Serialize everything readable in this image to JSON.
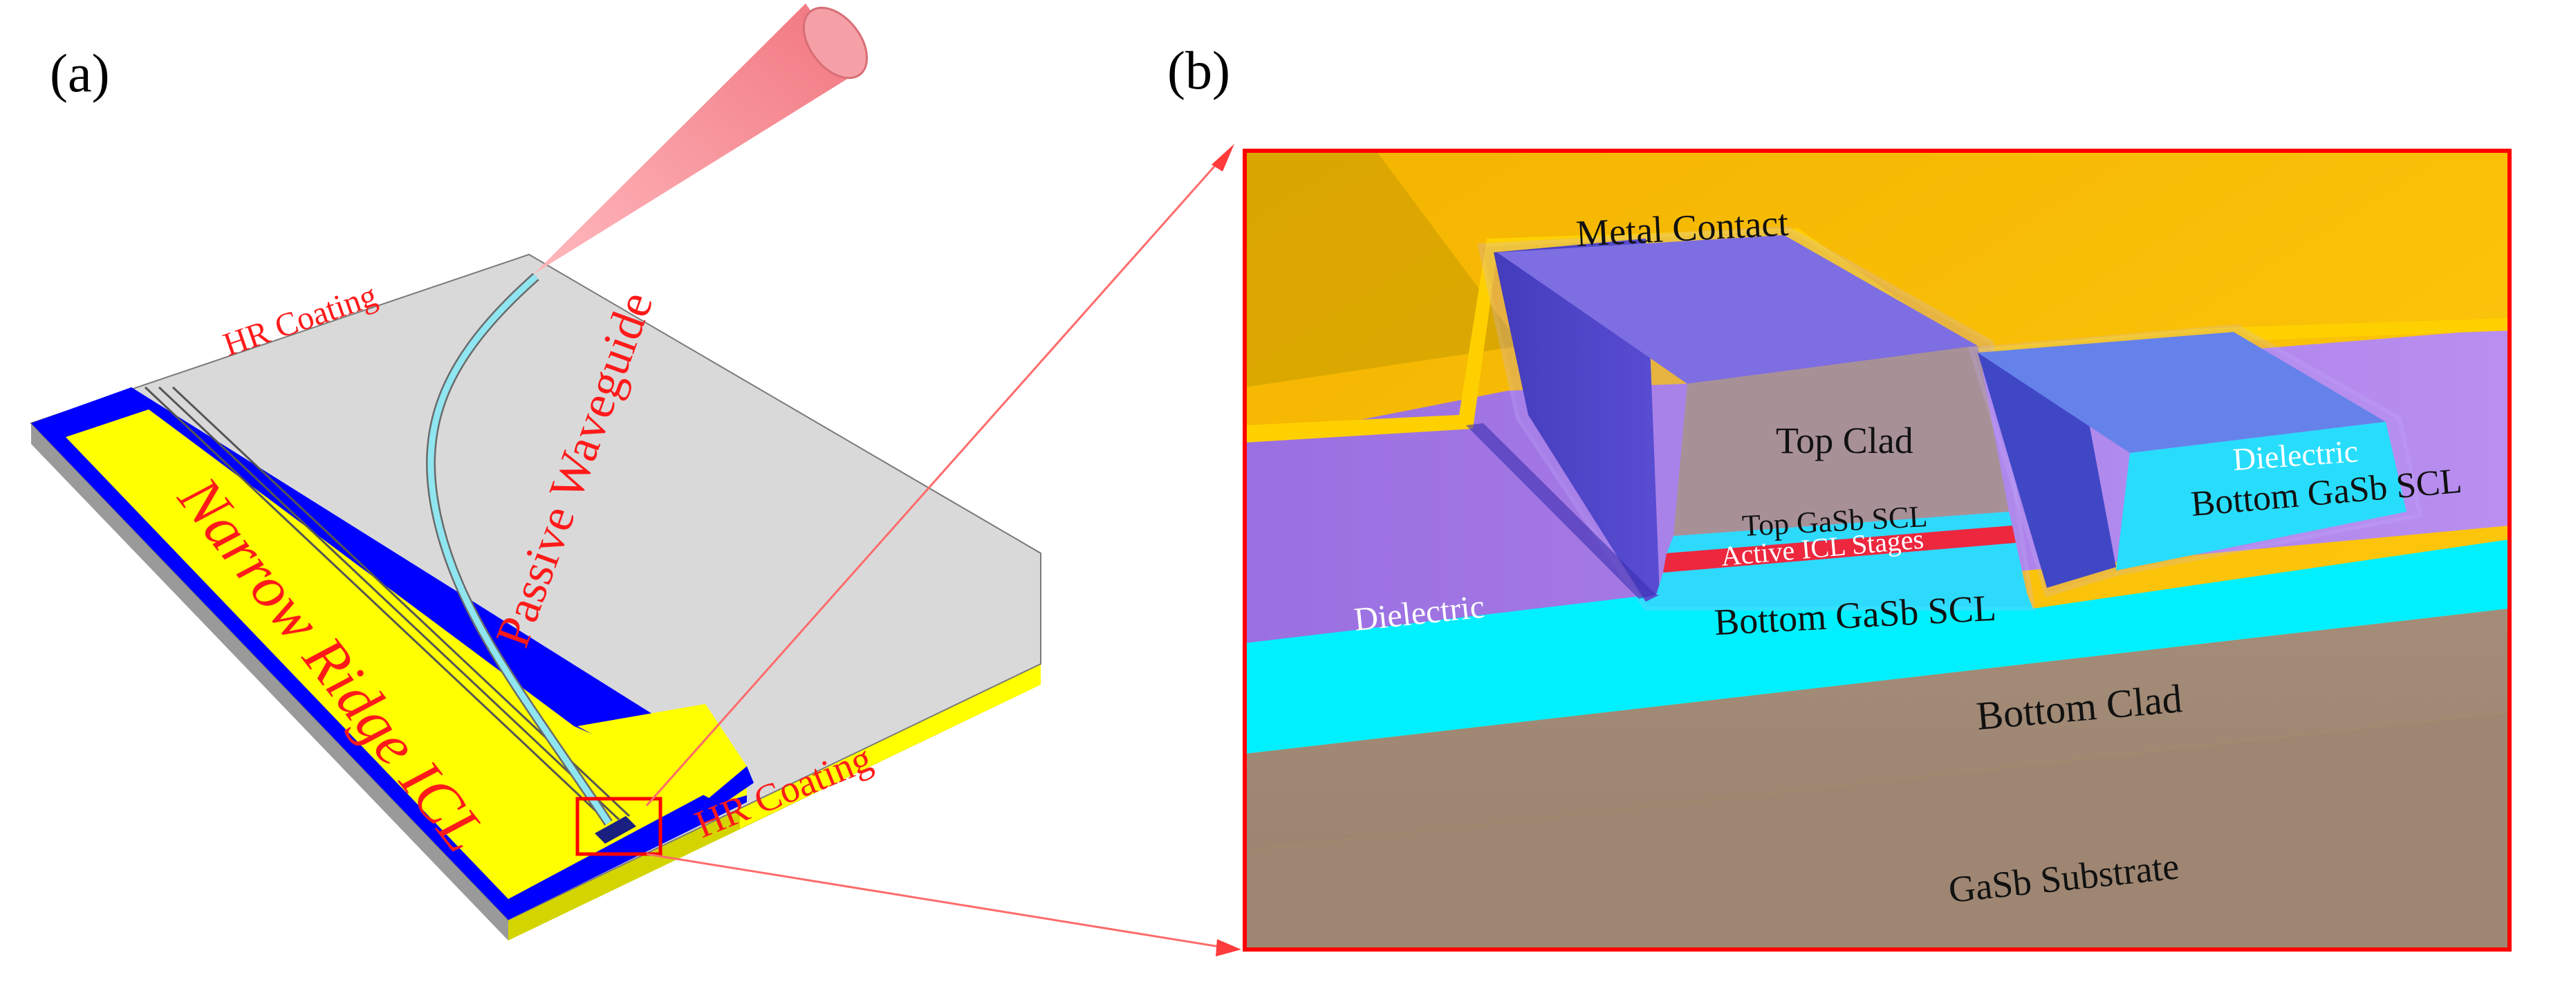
{
  "panel_a": {
    "label": "(a)",
    "texts": {
      "hr_coating_top": "HR Coating",
      "passive_waveguide": "Passive Waveguide",
      "narrow_ridge": "Narrow Ridge ICL",
      "hr_coating_right": "HR Coating"
    }
  },
  "panel_b": {
    "label": "(b)",
    "texts": {
      "metal_contact": "Metal Contact",
      "top_clad": "Top Clad",
      "top_gasb_scl": "Top GaSb SCL",
      "active_icl_stages": "Active ICL Stages",
      "dielectric_left": "Dielectric",
      "bottom_gasb_scl_center": "Bottom GaSb SCL",
      "dielectric_right": "Dielectric",
      "bottom_gasb_scl_right": "Bottom GaSb SCL",
      "bottom_clad": "Bottom Clad",
      "gasb_substrate": "GaSb Substrate"
    }
  },
  "colors": {
    "yellow": "#ffff00",
    "blue": "#0000ff",
    "gray_top": "#d9d9d9",
    "beam": "#f7848c",
    "waveguide": "#8fe6f0",
    "highlight_red": "#ff0000",
    "gold": "#fdc300",
    "purple": "#9f7ae6",
    "cyan": "#00f0ff",
    "brown": "#a48c78"
  }
}
